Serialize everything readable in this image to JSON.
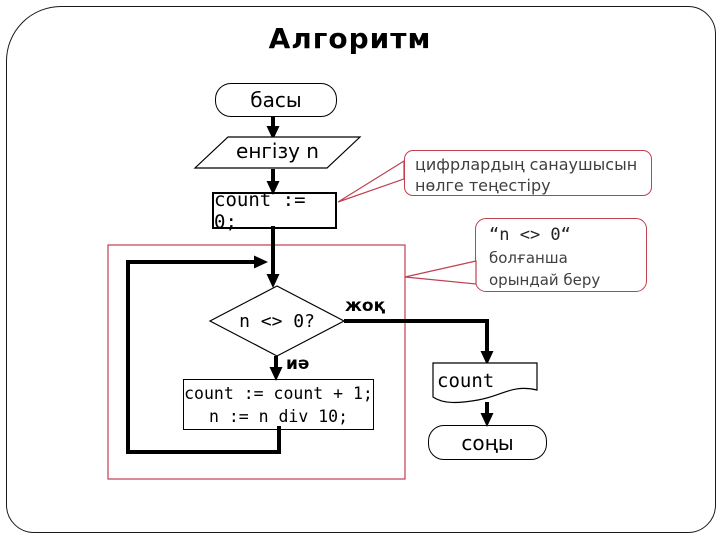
{
  "slide": {
    "title": "Алгоритм"
  },
  "flowchart": {
    "start_label": "басы",
    "input_label": "енгізу n",
    "init_label": "count := 0;",
    "condition_label": "n <> 0?",
    "no_label": "жоқ",
    "yes_label": "иә",
    "body_line1": "count := count + 1;",
    "body_line2": "n := n div 10;",
    "output_label": "count",
    "end_label": "соңы"
  },
  "callouts": {
    "init_note": {
      "line1": "цифрлардың санаушысын",
      "line2": "нөлге теңестіру"
    },
    "loop_note": {
      "line1": "“n <> 0“",
      "line2": "болғанша",
      "line3": "орындай беру"
    }
  },
  "colors": {
    "accent_red": "#c04050",
    "line_color": "#000000",
    "callout_text": "#3f3f3f",
    "background": "#ffffff"
  }
}
